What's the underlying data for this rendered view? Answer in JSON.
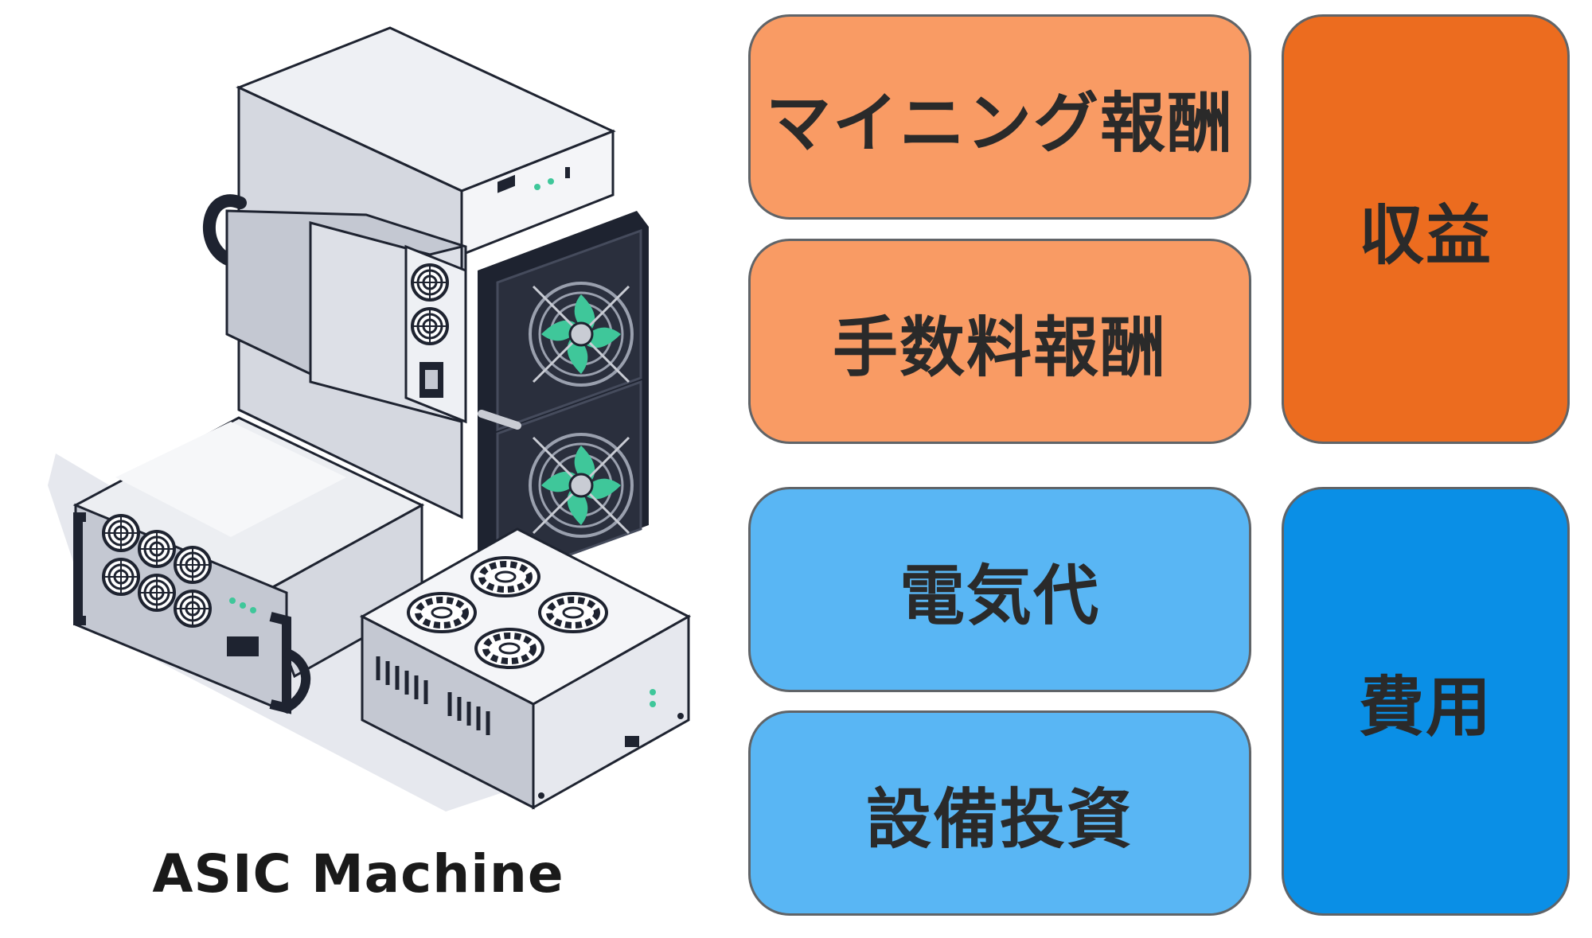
{
  "caption": "ASIC Machine",
  "revenue": {
    "label": "収益",
    "items": [
      "マイニング報酬",
      "手数料報酬"
    ]
  },
  "costs": {
    "label": "費用",
    "items": [
      "電気代",
      "設備投資"
    ]
  },
  "colors": {
    "revenue_item": "#f99b64",
    "revenue_total": "#ec6c1f",
    "cost_item": "#59b6f4",
    "cost_total": "#0a8fe6",
    "illustration_dark": "#1e2330",
    "illustration_light": "#e6e8ee",
    "fan_accent": "#3fc79a"
  }
}
